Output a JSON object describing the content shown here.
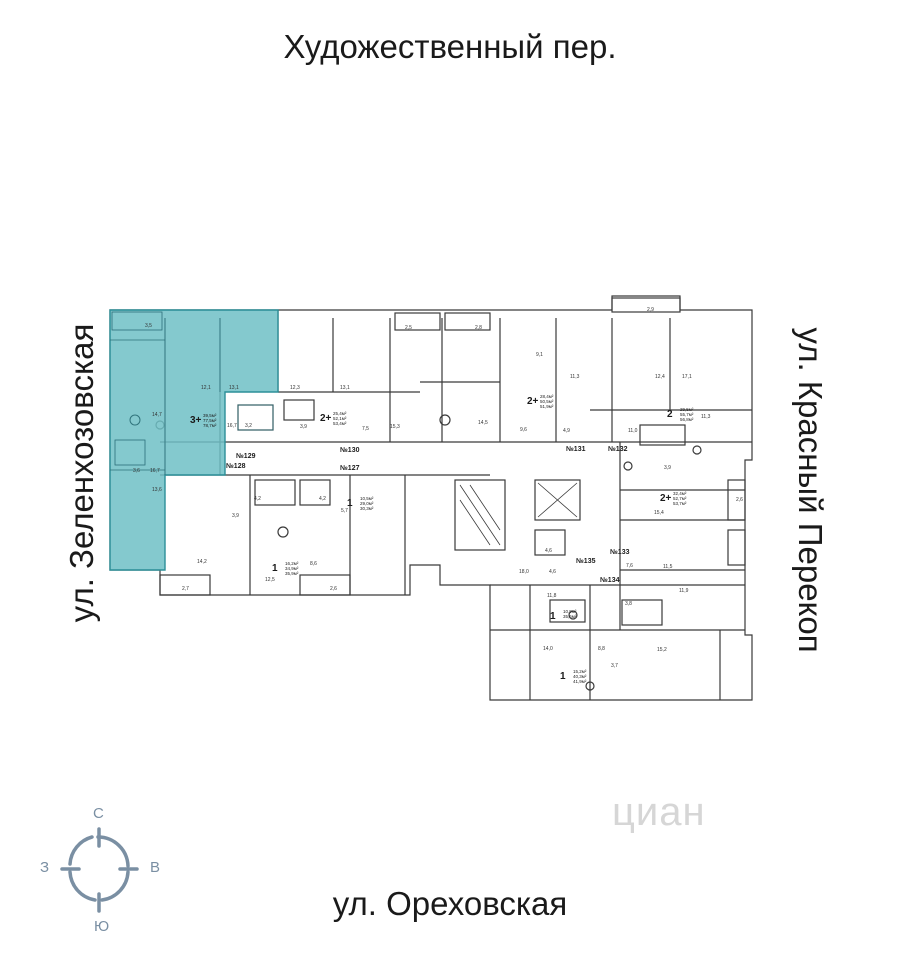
{
  "streets": {
    "top": "Художественный пер.",
    "bottom": "ул. Ореховская",
    "left": "ул. Зеленхозовская",
    "right": "ул. Красный Перекоп"
  },
  "compass": {
    "north": "С",
    "south": "Ю",
    "west": "З",
    "east": "В"
  },
  "watermark": "циан",
  "colors": {
    "highlight": "#6fc0c6",
    "highlight_stroke": "#2c8f98",
    "wall": "#3a3a3a",
    "compass": "#7a8fa3"
  },
  "apartments": [
    {
      "number": "№128",
      "rooms": "3+",
      "areas": [
        "39,5м²",
        "77,5м²",
        "78,7м²"
      ],
      "highlighted": true
    },
    {
      "number": "№129",
      "rooms": "",
      "areas": [],
      "highlighted": false
    },
    {
      "number": "№130",
      "rooms": "2+",
      "areas": [
        "25,4м²",
        "52,1м²",
        "53,4м²"
      ],
      "highlighted": false
    },
    {
      "number": "№127",
      "rooms": "1",
      "areas": [
        "10,5м²",
        "29,0м²",
        "30,3м²"
      ],
      "highlighted": false
    },
    {
      "number": "№131",
      "rooms": "2+",
      "areas": [
        "28,4м²",
        "50,5м²",
        "51,9м²"
      ],
      "highlighted": false
    },
    {
      "number": "№132",
      "rooms": "2",
      "areas": [
        "29,5м²",
        "55,7м²",
        "56,8м²"
      ],
      "highlighted": false
    },
    {
      "number": "№133",
      "rooms": "2+",
      "areas": [
        "32,4м²",
        "52,7м²",
        "53,7м²"
      ],
      "highlighted": false
    },
    {
      "number": "№134",
      "rooms": "",
      "areas": [],
      "highlighted": false
    },
    {
      "number": "№135",
      "rooms": "1",
      "areas": [
        "10,9м²",
        "35,6м²",
        ""
      ],
      "highlighted": false
    },
    {
      "number": "",
      "rooms": "1",
      "areas": [
        "16,2м²",
        "34,9м²",
        "35,9м²"
      ],
      "highlighted": false
    },
    {
      "number": "",
      "rooms": "1",
      "areas": [
        "15,2м²",
        "40,3м²",
        "41,9м²"
      ],
      "highlighted": false
    }
  ],
  "room_labels": [
    "3,5",
    "12,1",
    "13,1",
    "14,7",
    "3,2",
    "16,7",
    "3,6",
    "16,7",
    "13,6",
    "12,3",
    "13,1",
    "3,9",
    "7,5",
    "15,3",
    "2,5",
    "2,8",
    "14,5",
    "9,1",
    "11,3",
    "4,9",
    "9,6",
    "2,9",
    "12,4",
    "17,1",
    "11,3",
    "11,0",
    "3,9",
    "2,6",
    "15,4",
    "11,5",
    "11,9",
    "7,6",
    "3,8",
    "4,2",
    "4,2",
    "5,7",
    "3,9",
    "14,2",
    "12,5",
    "8,6",
    "2,7",
    "2,6",
    "4,6",
    "18,0",
    "4,6",
    "11,8",
    "15,2",
    "14,0",
    "8,8",
    "3,7"
  ]
}
